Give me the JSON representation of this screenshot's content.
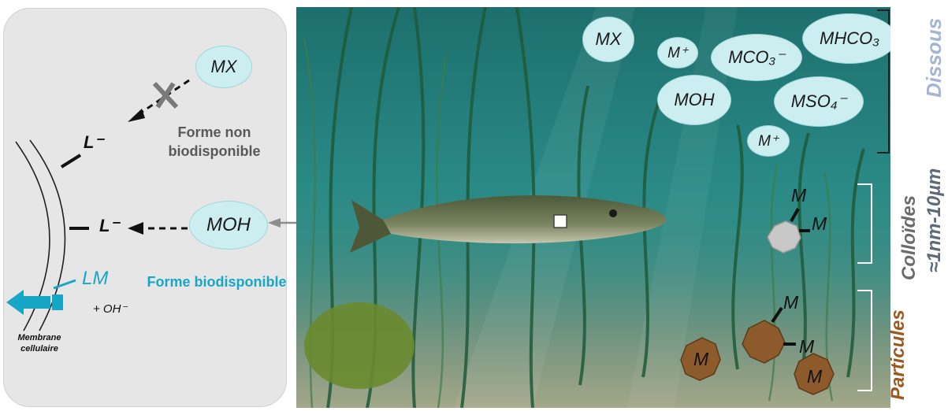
{
  "left": {
    "mx": "MX",
    "moh": "MOH",
    "ligand_top": "L⁻",
    "ligand_mid": "L⁻",
    "lm": "LM",
    "oh": "+ OH⁻",
    "non_bio": "Forme non biodisponible",
    "bio": "Forme biodisponible",
    "membrane": "Membrane cellulaire"
  },
  "dissolved": {
    "species": [
      "MX",
      "M⁺",
      "MCO₃⁻",
      "MHCO₃",
      "MOH",
      "MSO₄⁻",
      "M⁺"
    ]
  },
  "colloids": {
    "metal_a": "M",
    "metal_b": "M"
  },
  "particles": {
    "m1": "M",
    "m2": "M",
    "m3": "M",
    "m4": "M"
  },
  "side_labels": {
    "dissous": "Dissous",
    "colloides": "Colloïdes",
    "range": "≈1nm-10µm",
    "particules": "Particules"
  },
  "colors": {
    "bubble_fill": "#cdeef0",
    "cyan": "#18a6c7",
    "dissous": "#a5b4d6",
    "colloides": "#6b6b6b",
    "particules": "#9b5a22",
    "particle_fill": "#8c5a2b"
  }
}
